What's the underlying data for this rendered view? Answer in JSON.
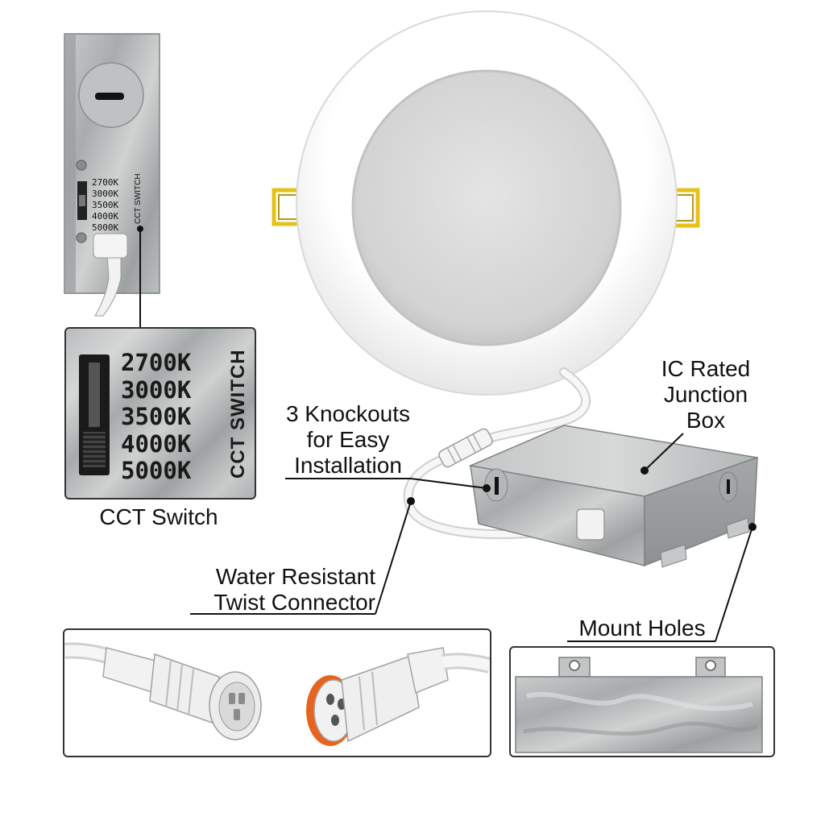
{
  "labels": {
    "cct_switch_caption": "CCT Switch",
    "knockouts": [
      "3 Knockouts",
      "for Easy",
      "Installation"
    ],
    "junction_box": [
      "IC Rated",
      "Junction",
      "Box"
    ],
    "twist_connector": [
      "Water Resistant",
      "Twist Connector"
    ],
    "mount_holes": "Mount Holes"
  },
  "cct_switch": {
    "title": "CCT SWITCH",
    "options": [
      "2700K",
      "3000K",
      "3500K",
      "4000K",
      "5000K"
    ]
  },
  "colors": {
    "metal": "#b9bcbd",
    "gasket_orange": "#e8641e",
    "bracket_yellow": "#e4c21c",
    "trim_white": "#ffffff",
    "lens": "#dcdcdc"
  }
}
